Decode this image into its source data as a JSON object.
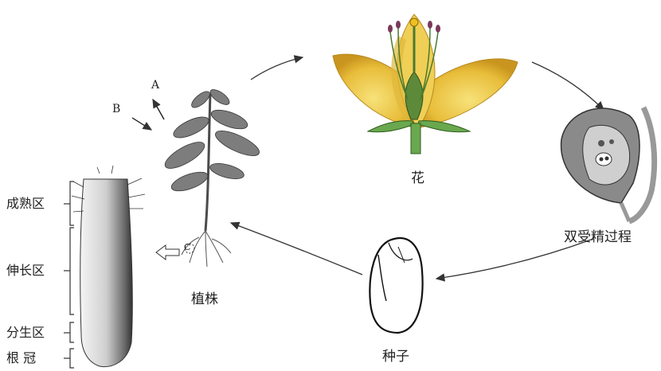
{
  "labels": {
    "flower": "花",
    "fertilization": "双受精过程",
    "seed": "种子",
    "plant": "植株"
  },
  "root_zones": [
    {
      "label": "成熟区"
    },
    {
      "label": "伸长区"
    },
    {
      "label": "分生区"
    },
    {
      "label": "根 冠"
    }
  ],
  "markers": {
    "a": "A",
    "b": "B",
    "c": "C"
  }
}
